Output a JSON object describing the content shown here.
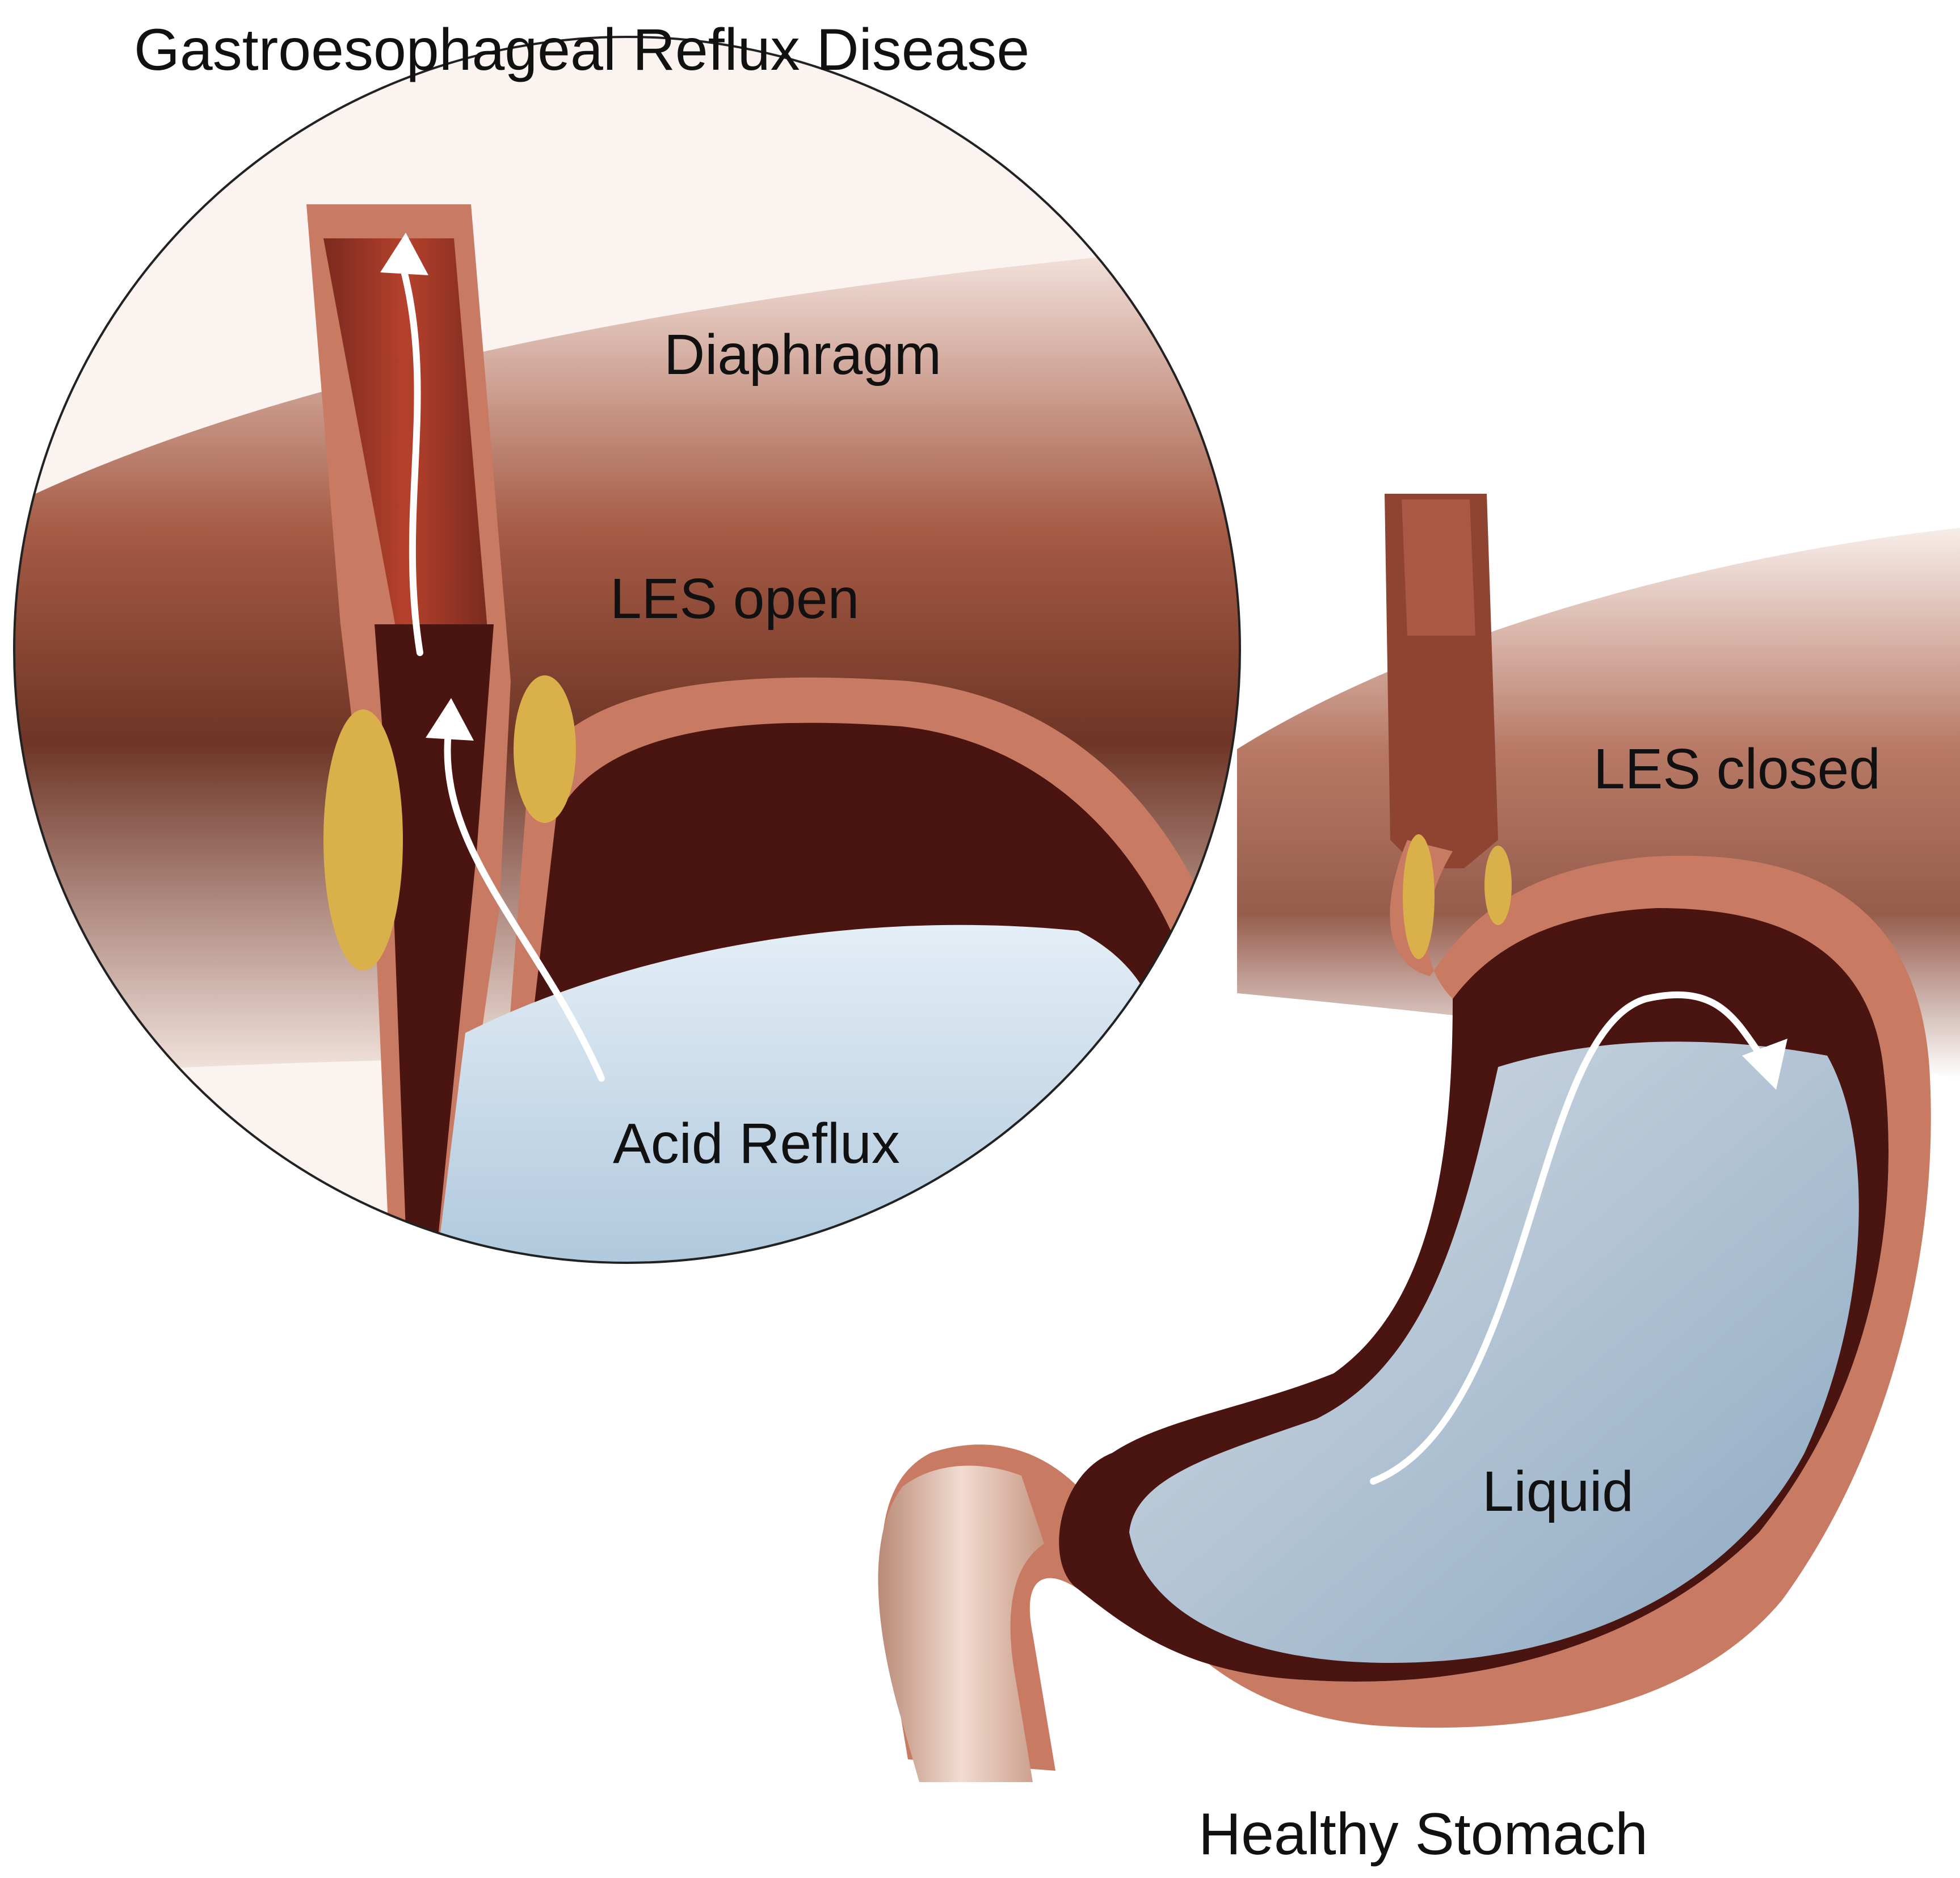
{
  "title": "Gastroesophageal Reflux Disease",
  "labels": {
    "diaphragm": "Diaphragm",
    "les_open": "LES open",
    "acid_reflux": "Acid Reflux",
    "les_closed": "LES closed",
    "liquid": "Liquid",
    "healthy_stomach": "Healthy Stomach"
  },
  "colors": {
    "diaphragm_dark": "#6e3526",
    "diaphragm_light": "#f3e3dc",
    "stomach_wall": "#c97a62",
    "lumen_dark": "#4a1410",
    "liquid": "#c9dbe9",
    "fat": "#d9b04a",
    "arrow": "#ffffff"
  }
}
